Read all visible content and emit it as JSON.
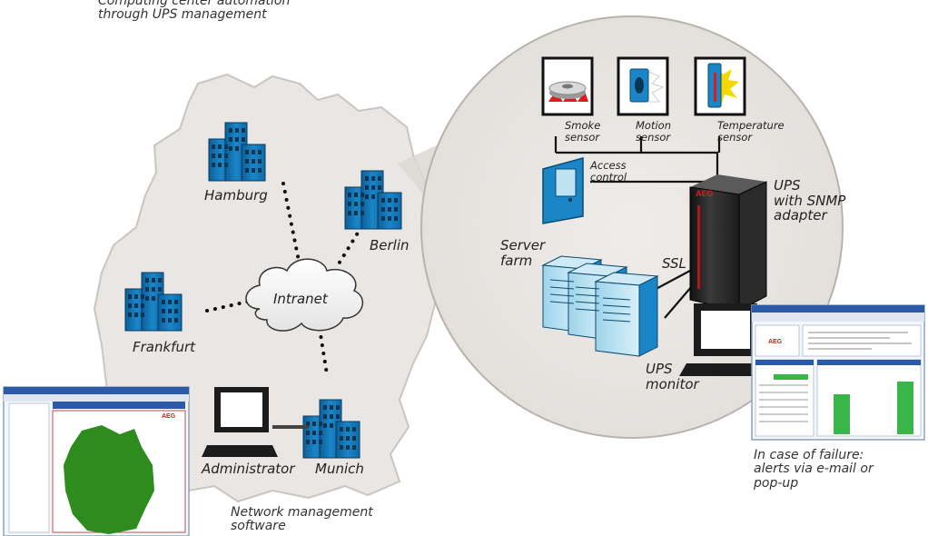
{
  "caption": "Computing center automation\nthrough UPS management",
  "cities": {
    "hamburg": "Hamburg",
    "berlin": "Berlin",
    "frankfurt": "Frankfurt",
    "munich": "Munich"
  },
  "intranet": "Intranet",
  "administrator": "Administrator",
  "nms_caption": "Network management\nsoftware",
  "sensors": {
    "smoke": "Smoke\nsensor",
    "motion": "Motion\nsensor",
    "temperature": "Temperature\nsensor"
  },
  "access_control": "Access\ncontrol",
  "ups_snmp": "UPS\nwith SNMP\nadapter",
  "server_farm": "Server\nfarm",
  "ssl": "SSL",
  "ups_monitor": "UPS\nmonitor",
  "failure_caption": "In case of failure:\nalerts via e-mail or\npop-up",
  "brand": "AEG",
  "colors": {
    "map_fill": "#e9e6e3",
    "building": "#1a86c8",
    "link_dots": "#111111",
    "alert_red": "#e01a1a",
    "alert_yellow": "#f4d800",
    "map_green": "#2e8b1e",
    "device_dark": "#2a2a2a"
  }
}
